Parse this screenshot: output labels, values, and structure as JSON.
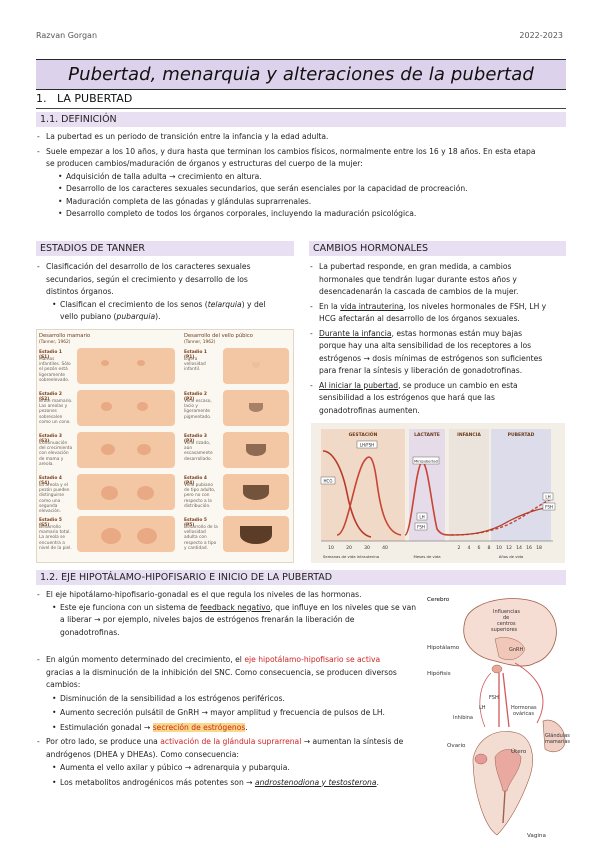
{
  "header": {
    "author": "Razvan Gorgan",
    "year": "2022-2023"
  },
  "title": "Pubertad, menarquia y alteraciones de la pubertad",
  "section1": {
    "number": "1.",
    "heading": "LA PUBERTAD"
  },
  "s11": {
    "heading": "1.1. DEFINICIÓN",
    "p1": "La pubertad es un periodo de transición entre la infancia y la edad adulta.",
    "p2a": "Suele empezar a los 10 años, y dura hasta que terminan los cambios físicos, normalmente entre los 16 y 18 años. En esta etapa",
    "p2b": "se producen cambios/maduración de órganos y estructuras del cuerpo de la mujer:",
    "b1": "Adquisición de talla adulta → crecimiento en altura.",
    "b2": "Desarrollo de los caracteres sexuales secundarios, que serán esenciales por la capacidad de procreación.",
    "b3": "Maduración completa de las gónadas y glándulas suprarrenales.",
    "b4": "Desarrollo completo de todos los órganos corporales, incluyendo la maduración psicológica."
  },
  "tanner": {
    "heading": "ESTADIOS DE TANNER",
    "l1": "Clasificación del desarrollo de los caracteres sexuales",
    "l2": "secundarios, según el crecimiento y desarrollo de los",
    "l3": "distintos órganos.",
    "s1a": "Clasifican el crecimiento de los senos (",
    "s1b": "telarquia",
    "s1c": ") y del",
    "s2a": "vello pubiano (",
    "s2b": "pubarquia",
    "s2c": ").",
    "fig": {
      "col1": "Desarrollo mamario",
      "col1b": "(Tanner, 1962)",
      "col2": "Desarrollo del vello púbico",
      "col2b": "(Tanner, 1962)",
      "rows": [
        {
          "l": "Estadio 1 (S1)",
          "d": "Mamas infantiles. Sólo el pezón está ligeramente sobreelevado.",
          "r": "Estadio 1 (P1)",
          "rd": "Ligera vellosidad infantil."
        },
        {
          "l": "Estadio 2 (S2)",
          "d": "Brote mamario. Las areolas y pezones sobresalen como un cono.",
          "r": "Estadio 2 (P2)",
          "rd": "Vello escaso, lacio y ligeramente pigmentado."
        },
        {
          "l": "Estadio 3 (S3)",
          "d": "Continuación del crecimiento con elevación de mama y areola.",
          "r": "Estadio 3 (P3)",
          "rd": "Vello rizado, aún escasamente desarrollado."
        },
        {
          "l": "Estadio 4 (S4)",
          "d": "La areola y el pezón pueden distinguirse como una segunda elevación.",
          "r": "Estadio 4 (P4)",
          "rd": "Vello pubiano de tipo adulto, pero no con respecto a la distribución."
        },
        {
          "l": "Estadio 5 (S5)",
          "d": "Desarrollo mamario total. La areola se encuentra a nivel de la piel.",
          "r": "Estadio 5 (P5)",
          "rd": "Desarrollo de la vellosidad adulta con respecto a tipo y cantidad."
        }
      ]
    }
  },
  "hormonal": {
    "heading": "CAMBIOS HORMONALES",
    "p1a": "La pubertad responde, en gran medida, a cambios",
    "p1b": "hormonales que tendrán lugar durante estos años y",
    "p1c": "desencadenarán la cascada de cambios de la mujer.",
    "p2a": "En la ",
    "p2b": "vida intrauterina",
    "p2c": ", los niveles hormonales de FSH, LH y",
    "p2d": "HCG afectarán al desarrollo de los órganos sexuales.",
    "p3a": "Durante la infancia",
    "p3b": ", estas hormonas están muy bajas",
    "p3c": "porque hay una alta sensibilidad de los receptores a los",
    "p3d": "estrógenos → dosis mínimas de estrógenos son suficientes",
    "p3e": "para frenar la síntesis y liberación de gonadotrofinas.",
    "p4a": "Al iniciar la pubertad",
    "p4b": ", se produce un cambio en esta",
    "p4c": "sensibilidad a los estrógenos que hará que las",
    "p4d": "gonadotrofinas aumenten."
  },
  "chart": {
    "phases": [
      "GESTACIÓN",
      "LACTANTE",
      "INFANCIA",
      "PUBERTAD"
    ],
    "xticks": [
      "10",
      "20",
      "30",
      "40",
      "2",
      "4",
      "6",
      "8",
      "10",
      "12",
      "14",
      "16",
      "18"
    ],
    "xlab1": "Semanas de vida intrauterina",
    "xlab2": "Meses de vida",
    "xlab3": "Años de vida",
    "labels": {
      "hcg": "HCG",
      "lh_fsh": "LH/FSH",
      "fsh": "FSH",
      "lh": "LH",
      "mini": "Minipubertad"
    }
  },
  "s12": {
    "heading": "1.2. EJE HIPOTÁLAMO-HIPOFISARIO E INICIO DE LA PUBERTAD",
    "p1": "El eje hipotálamo-hipofisario-gonadal es el que regula los niveles de las hormonas.",
    "p1b1a": "Este eje funciona con un sistema de ",
    "p1b1b": "feedback negativo",
    "p1b1c": ", que influye en los niveles que se van",
    "p1b2": "a liberar → por ejemplo, niveles bajos de estrógenos frenarán la liberación de",
    "p1b3": "gonadotrofinas.",
    "p2a": "En algún momento determinado del crecimiento, el ",
    "p2b": "eje hipotálamo-hipofisario se activa",
    "p2c": "gracias a la disminución de la inhibición del SNC. Como consecuencia, se producen diversos",
    "p2d": "cambios:",
    "c1": "Disminución de la sensibilidad a los estrógenos periféricos.",
    "c2": "Aumento secreción pulsátil de GnRH → mayor amplitud y frecuencia de pulsos de LH.",
    "c3a": "Estimulación gonadal → ",
    "c3b": "secreción de estrógenos",
    "c3c": ".",
    "p3a": "Por otro lado, se produce una ",
    "p3b": "activación de la glándula suprarrenal",
    "p3c": " → aumentan la síntesis de",
    "p3d": "andrógenos (DHEA y DHEAs). Como consecuencia:",
    "d1": "Aumenta el vello axilar y púbico → adrenarquia y pubarquia.",
    "d2a": "Los metabolitos androgénicos más potentes son → ",
    "d2b": "androstenodiona y testosterona",
    "d2c": "."
  },
  "anatomy": {
    "cerebro": "Cerebro",
    "influencias": "Influencias",
    "de": "de",
    "centros": "centros",
    "superiores": "superiores",
    "hipotalamo": "Hipotálamo",
    "gnrh": "GnRH",
    "hipofisis": "Hipófisis",
    "fsh": "FSH",
    "lh": "LH",
    "inhibina": "Inhibina",
    "hormonas": "Hormonas",
    "ovaricas": "ováricas",
    "ovario": "Ovario",
    "utero": "Útero",
    "glandulas": "Glándulas",
    "mamarias": "mamarias",
    "vagina": "Vagina"
  }
}
